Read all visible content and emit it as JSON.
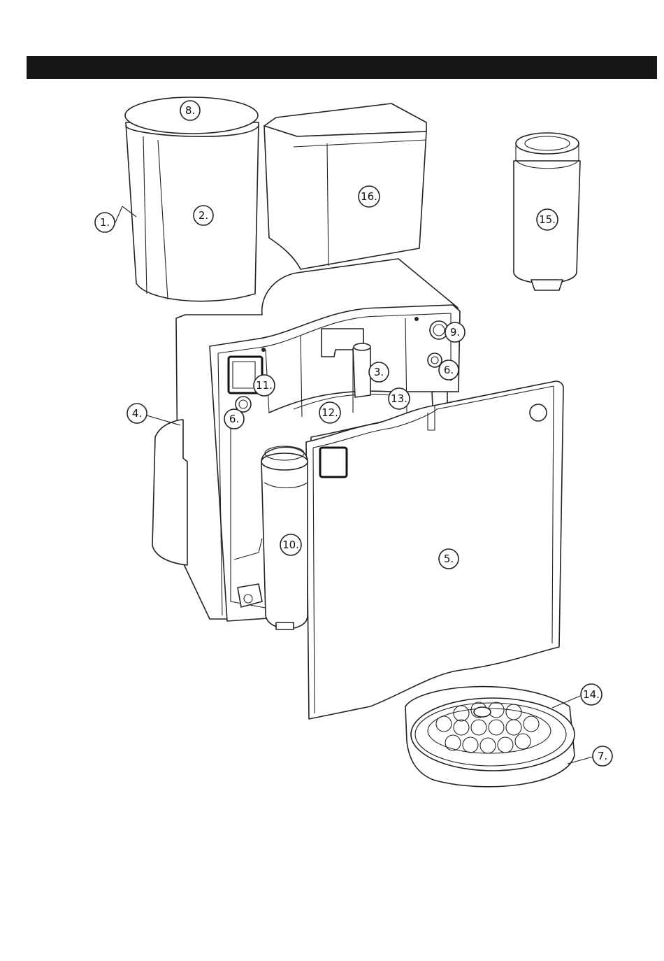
{
  "callouts": [
    {
      "id": "1",
      "label": "1."
    },
    {
      "id": "2",
      "label": "2."
    },
    {
      "id": "3",
      "label": "3."
    },
    {
      "id": "4",
      "label": "4."
    },
    {
      "id": "5",
      "label": "5."
    },
    {
      "id": "6a",
      "label": "6."
    },
    {
      "id": "6b",
      "label": "6."
    },
    {
      "id": "7",
      "label": "7."
    },
    {
      "id": "8",
      "label": "8."
    },
    {
      "id": "9",
      "label": "9."
    },
    {
      "id": "10",
      "label": "10."
    },
    {
      "id": "11",
      "label": "11."
    },
    {
      "id": "12",
      "label": "12."
    },
    {
      "id": "13",
      "label": "13."
    },
    {
      "id": "14",
      "label": "14."
    },
    {
      "id": "15",
      "label": "15."
    },
    {
      "id": "16",
      "label": "16."
    }
  ],
  "colors": {
    "line": "#222222",
    "header": "#161616",
    "background": "#ffffff"
  }
}
